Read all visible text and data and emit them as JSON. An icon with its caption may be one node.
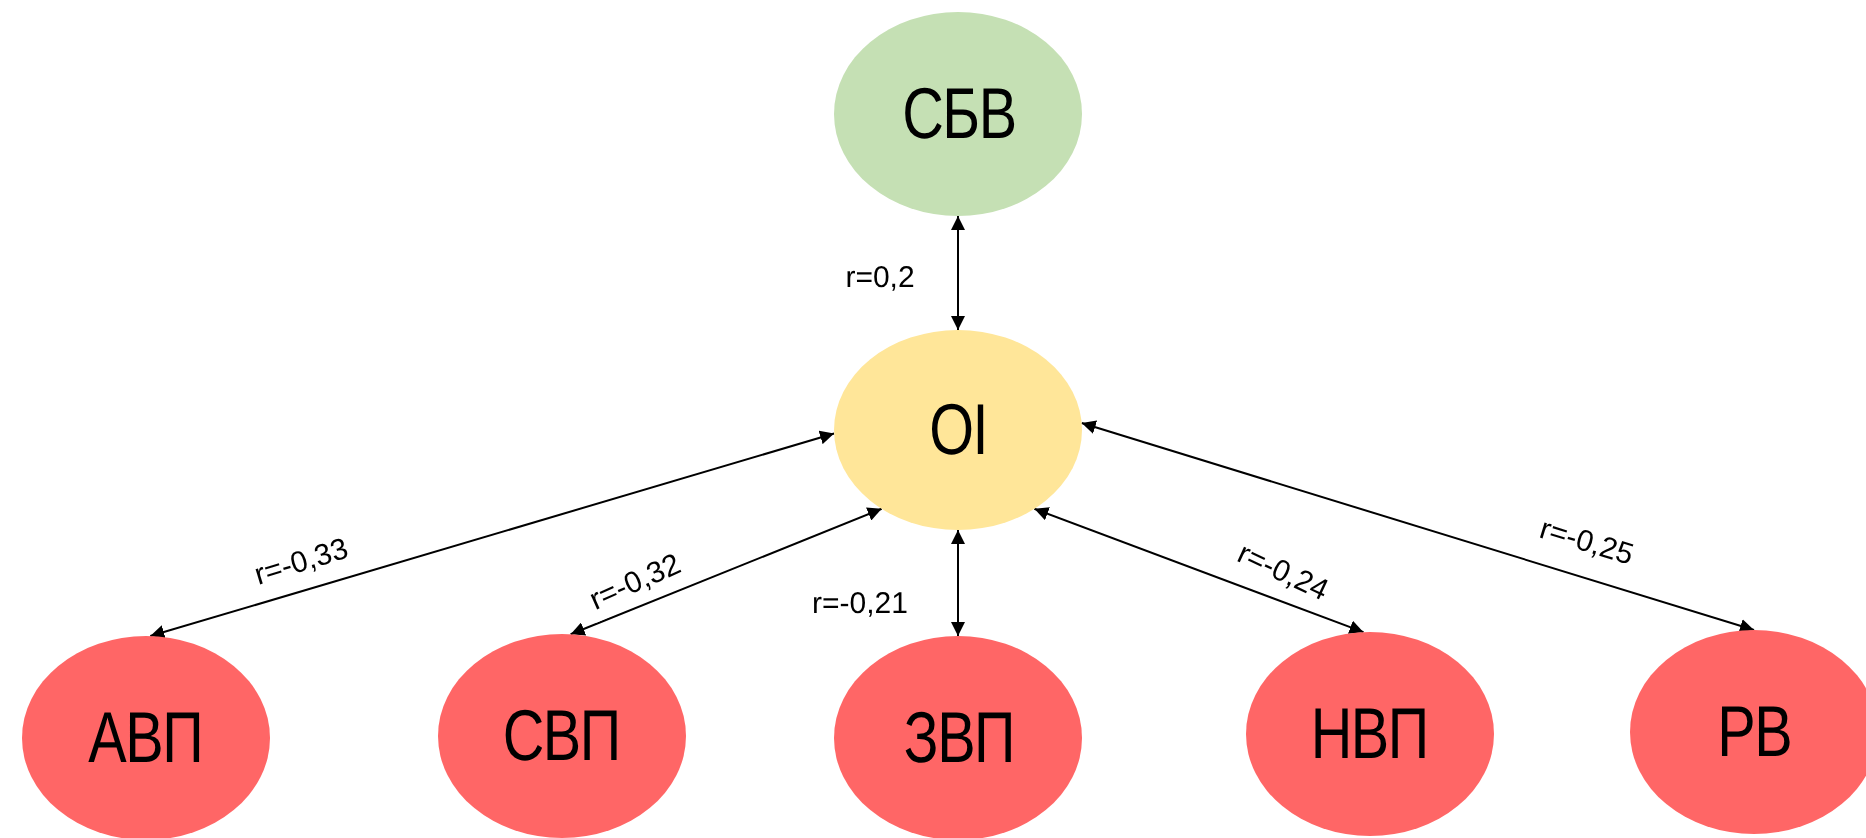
{
  "diagram": {
    "nodes": [
      {
        "text": [
          "СБВ"
        ]
      },
      {
        "text": [
          "ОІ"
        ]
      },
      {
        "text": [
          "АВП"
        ]
      },
      {
        "text": [
          "СВП"
        ]
      },
      {
        "text": [
          "ЗВП"
        ]
      },
      {
        "text": [
          "НВП"
        ]
      },
      {
        "text": [
          "РВ"
        ]
      }
    ],
    "edges": [
      {
        "from": 0,
        "to": 1,
        "arrow": "both",
        "label": "r=0,2"
      },
      {
        "from": 1,
        "to": 2,
        "arrow": "both",
        "label": "r=-0,33"
      },
      {
        "from": 1,
        "to": 3,
        "arrow": "both",
        "label": "r=-0,32"
      },
      {
        "from": 1,
        "to": 4,
        "arrow": "both",
        "label": "r=-0,21"
      },
      {
        "from": 1,
        "to": 5,
        "arrow": "both",
        "label": "r=-0,24"
      },
      {
        "from": 1,
        "to": 6,
        "arrow": "both",
        "label": "r=-0,25"
      }
    ]
  }
}
